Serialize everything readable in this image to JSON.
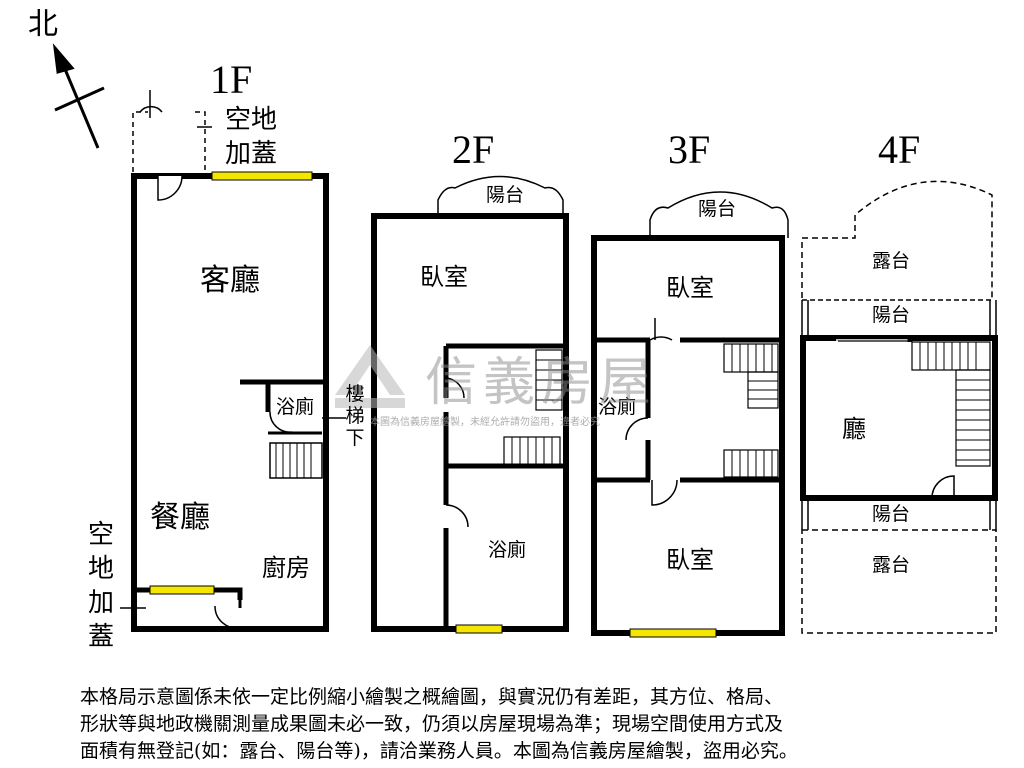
{
  "compass": {
    "label": "北"
  },
  "floors": {
    "f1": {
      "label": "1F",
      "rooms": {
        "living": "客廳",
        "dining": "餐廳",
        "kitchen": "廚房",
        "bath": "浴廁",
        "open_top": "空地加蓋",
        "open_side": "空地加蓋",
        "under_stairs": "樓梯下"
      }
    },
    "f2": {
      "label": "2F",
      "rooms": {
        "balcony": "陽台",
        "bedroom": "臥室",
        "bath": "浴廁"
      }
    },
    "f3": {
      "label": "3F",
      "rooms": {
        "balcony": "陽台",
        "bedroom_top": "臥室",
        "bath": "浴廁",
        "bedroom_bottom": "臥室"
      }
    },
    "f4": {
      "label": "4F",
      "rooms": {
        "terrace_top": "露台",
        "balcony_top": "陽台",
        "hall": "廳",
        "balcony_bottom": "陽台",
        "terrace_bottom": "露台"
      }
    }
  },
  "watermark": {
    "brand": "信義房屋",
    "note": "本圖為信義房屋繪製，未經允許請勿盜用，違者必究"
  },
  "disclaimer": {
    "lines": [
      "本格局示意圖係未依一定比例縮小繪製之概繪圖，與實況仍有差距，其方位、格局、",
      "形狀等與地政機關測量成果圖未必一致，仍須以房屋現場為準；現場空間使用方式及",
      "面積有無登記(如：露台、陽台等)，請洽業務人員。本圖為信義房屋繪製，盜用必究。"
    ]
  },
  "colors": {
    "wall": "#000000",
    "window": "#f5e600",
    "watermark": "#8a8a8a"
  }
}
